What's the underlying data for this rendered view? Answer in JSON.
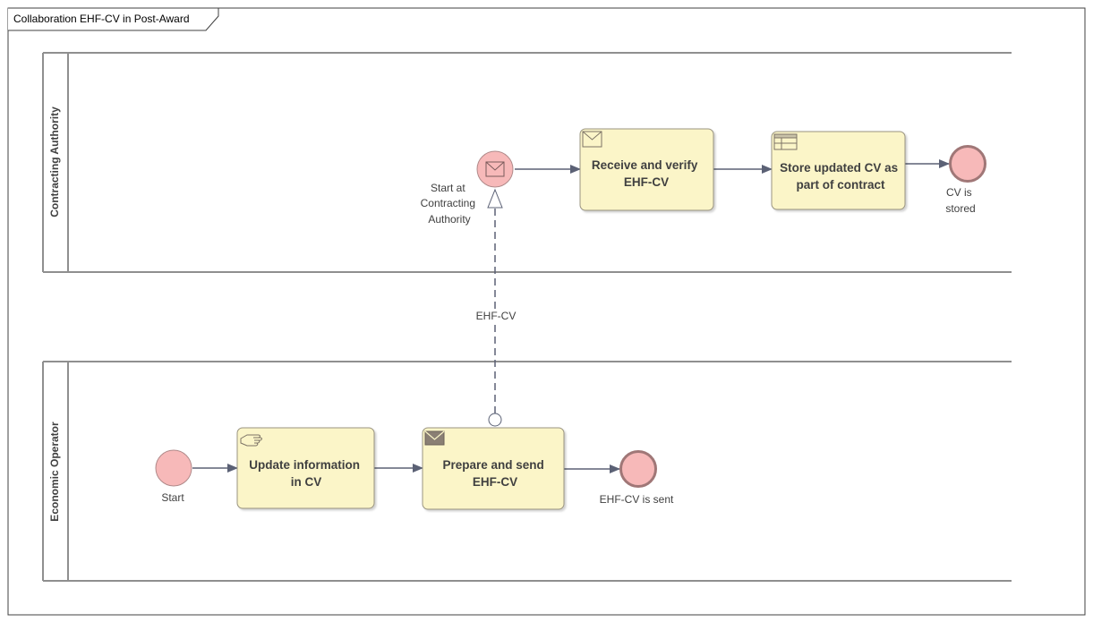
{
  "diagram": {
    "title": "Collaboration EHF-CV in Post-Award",
    "colors": {
      "task_fill": "#fbf5c8",
      "task_stroke": "#9a9480",
      "event_fill": "#f7b9b9",
      "event_stroke": "#b08a8a",
      "end_stroke": "#a07777",
      "flow": "#5b6175",
      "lane_line": "#8f8f8f"
    },
    "lanes": [
      {
        "id": "ca",
        "label": "Contracting Authority"
      },
      {
        "id": "eo",
        "label": "Economic Operator"
      }
    ],
    "tasks": [
      {
        "id": "receive",
        "lines": [
          "Receive and verify",
          "EHF-CV"
        ],
        "icon": "envelope-outline-icon"
      },
      {
        "id": "store",
        "lines": [
          "Store updated CV as",
          "part of contract"
        ],
        "icon": "table-icon"
      },
      {
        "id": "update",
        "lines": [
          "Update information",
          "in CV"
        ],
        "icon": "hand-icon"
      },
      {
        "id": "prepare",
        "lines": [
          "Prepare and send",
          "EHF-CV"
        ],
        "icon": "envelope-filled-icon"
      }
    ],
    "events": [
      {
        "id": "start_ca",
        "type": "message-start",
        "label_lines": [
          "Start at",
          "Contracting",
          "Authority"
        ]
      },
      {
        "id": "end_ca",
        "type": "end",
        "label_lines": [
          "CV is",
          "stored"
        ]
      },
      {
        "id": "start_eo",
        "type": "start",
        "label_lines": [
          "Start"
        ]
      },
      {
        "id": "end_eo",
        "type": "end",
        "label_lines": [
          "EHF-CV is sent"
        ]
      }
    ],
    "message_flow": {
      "label": "EHF-CV",
      "from": "prepare",
      "to": "start_ca"
    }
  }
}
